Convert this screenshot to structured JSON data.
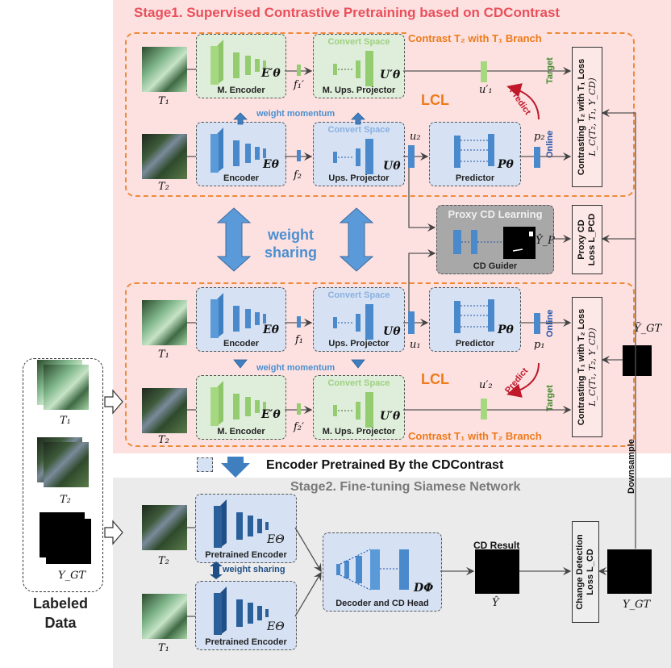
{
  "stage1": {
    "title": "Stage1. Supervised Contrastive Pretraining based on CDContrast",
    "branch_top_title": "Contrast T₂ with  T₁ Branch",
    "branch_bottom_title": "Contrast T₁ with  T₂ Branch",
    "lcl_label": "LCL",
    "weight_momentum": "weight momentum",
    "weight_sharing": [
      "weight",
      "sharing"
    ],
    "convert_space": "Convert Space",
    "top": {
      "img1": "T₁",
      "img2": "T₂",
      "m_encoder": "M. Encoder",
      "m_encoder_sym": "E′θ",
      "encoder": "Encoder",
      "encoder_sym": "Eθ",
      "feat_m": "f₁′",
      "feat": "f₂",
      "m_projector": "M. Ups. Projector",
      "m_projector_sym": "U′θ",
      "projector": "Ups. Projector",
      "projector_sym": "Uθ",
      "u_target": "u′₁",
      "u_online": "u₂",
      "predictor": "Predictor",
      "predictor_sym": "Pθ",
      "p": "p₂",
      "loss_title": "Contrasting T₂ with T₁ Loss",
      "loss_formula": "L_C(T₂, T₁, Y_CD)"
    },
    "bottom": {
      "img1": "T₁",
      "img2": "T₂",
      "encoder": "Encoder",
      "encoder_sym": "Eθ",
      "m_encoder": "M. Encoder",
      "m_encoder_sym": "E′θ",
      "feat": "f₁",
      "feat_m": "f₂′",
      "projector": "Ups. Projector",
      "projector_sym": "Uθ",
      "m_projector": "M. Ups. Projector",
      "m_projector_sym": "U′θ",
      "u_online": "u₁",
      "u_target": "u′₂",
      "predictor": "Predictor",
      "predictor_sym": "Pθ",
      "p": "p₁",
      "loss_title": "Contrasting T₁ with T₂ Loss",
      "loss_formula": "L_C(T₁, T₂, Y_CD)"
    },
    "predict_label": "Predict",
    "online_label": "Online",
    "target_label": "Target",
    "proxy": {
      "title": "Proxy CD Learning",
      "guider": "CD Guider",
      "output": "Ŷ_P",
      "loss": [
        "Proxy CD",
        "Loss L_PCD"
      ]
    },
    "downsampled_gt": "Ỹ_GT",
    "downsample_label": "Downsample"
  },
  "pretrained_banner": "Encoder Pretrained By the CDContrast",
  "stage2": {
    "title": "Stage2. Fine-tuning Siamese Network",
    "img_top": "T₂",
    "img_bottom": "T₁",
    "encoder": "Pretrained Encoder",
    "encoder_sym": "EΘ",
    "weight_sharing": "weight sharing",
    "decoder": "Decoder and CD Head",
    "decoder_sym": "DΦ",
    "result_title": "CD Result",
    "result_sym": "Ŷ",
    "loss": [
      "Change Detection",
      "Loss L_CD"
    ],
    "gt": "Y_GT"
  },
  "labeled_data": {
    "t1": "T₁",
    "t2": "T₂",
    "gt": "Y_GT",
    "title": [
      "Labeled",
      "Data"
    ]
  }
}
